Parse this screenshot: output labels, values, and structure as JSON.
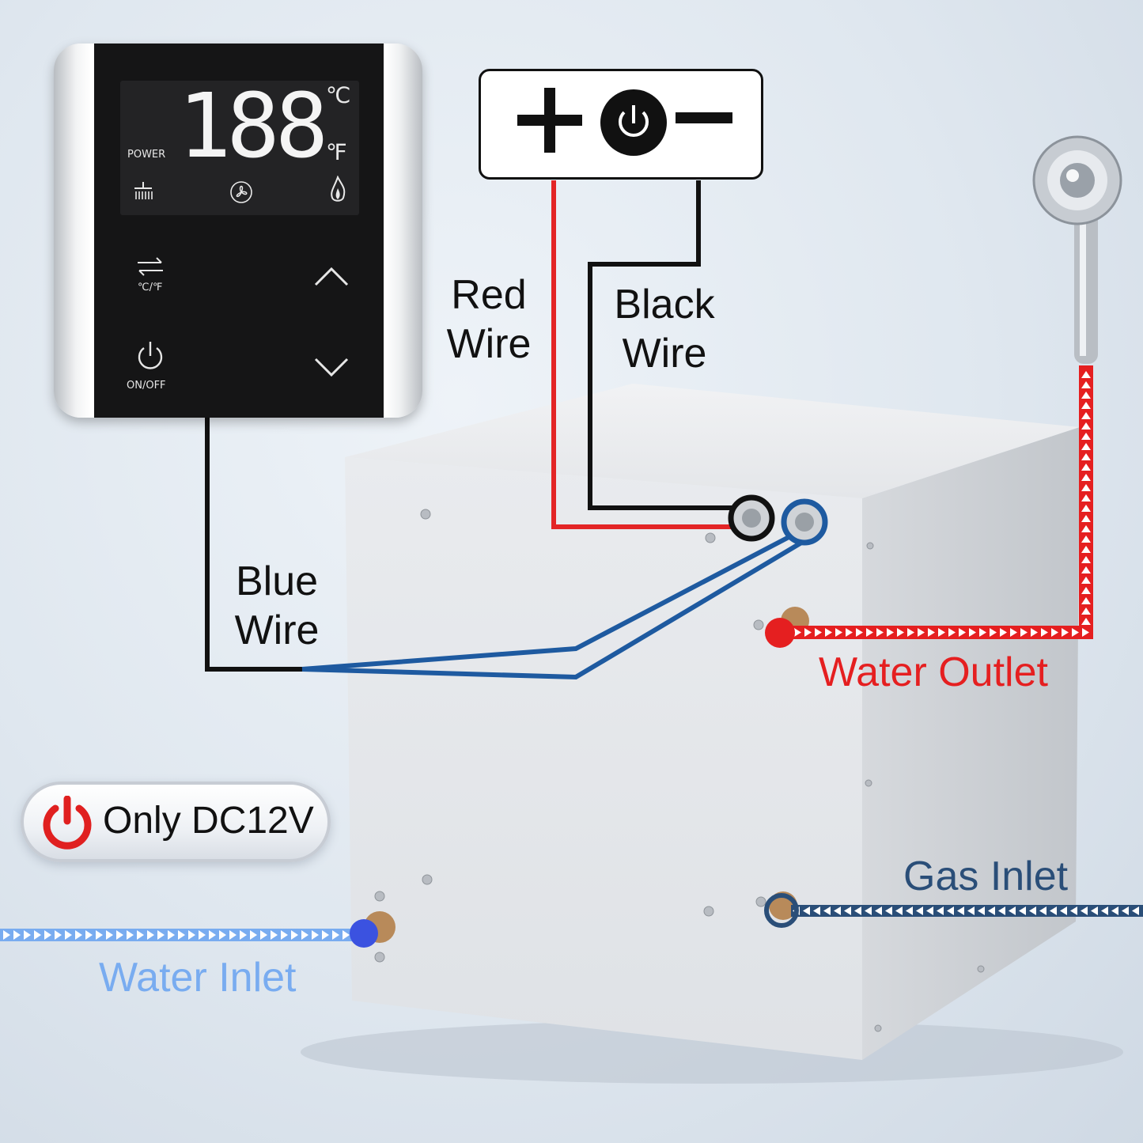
{
  "control_panel": {
    "display_value": "188",
    "power_label": "POWER",
    "unit_celsius": "℃",
    "unit_fahrenheit": "℉",
    "toggle_unit_label": "℃/℉",
    "on_off_label": "ON/OFF"
  },
  "labels": {
    "red_wire_line1": "Red",
    "red_wire_line2": "Wire",
    "black_wire_line1": "Black",
    "black_wire_line2": "Wire",
    "blue_wire_line1": "Blue",
    "blue_wire_line2": "Wire",
    "water_outlet": "Water Outlet",
    "gas_inlet": "Gas Inlet",
    "water_inlet": "Water Inlet",
    "dc_notice": "Only DC12V"
  },
  "colors": {
    "red_wire": "#e32526",
    "black_wire": "#111111",
    "blue_wire": "#1e5aa0",
    "water_outlet": "#e51f20",
    "gas_inlet": "#2a4e78",
    "water_inlet": "#79acf0"
  },
  "icons": [
    "plus-icon",
    "power-icon",
    "minus-icon",
    "shower-icon",
    "fan-icon",
    "flame-icon",
    "swap-arrows-icon",
    "chevron-up-icon",
    "chevron-down-icon"
  ]
}
